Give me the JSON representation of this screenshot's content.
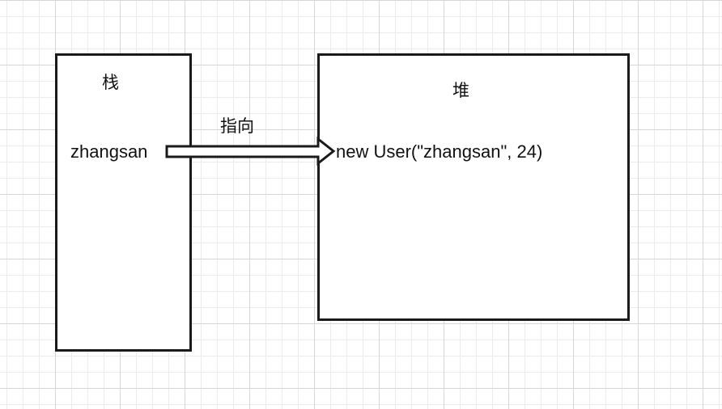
{
  "stack": {
    "title": "栈",
    "variable": "zhangsan"
  },
  "heap": {
    "title": "堆",
    "object": "new User(\"zhangsan\", 24)"
  },
  "arrow": {
    "label": "指向"
  },
  "colors": {
    "border": "#1a1a1a",
    "grid": "#d6d6d6",
    "background": "#ffffff"
  }
}
